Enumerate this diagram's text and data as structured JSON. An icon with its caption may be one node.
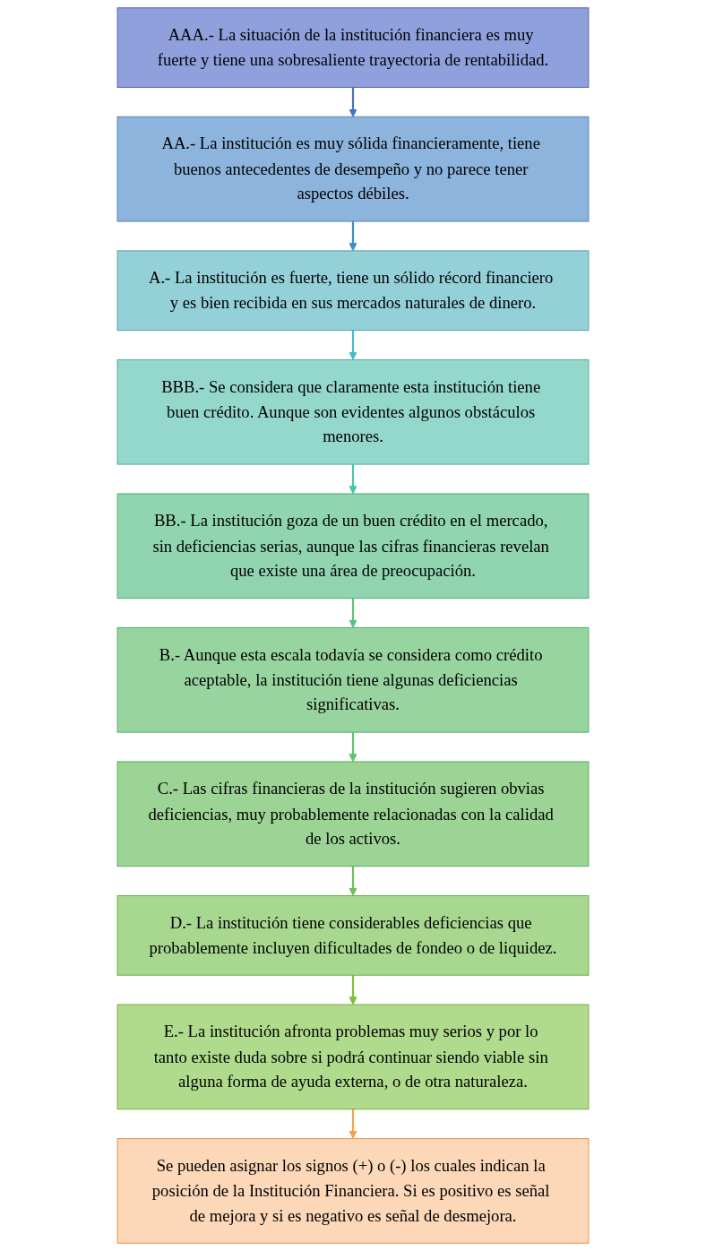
{
  "diagram": {
    "nodes": [
      {
        "text": [
          "AAA.- La situación de la institución financiera es muy fuerte y tiene una sobresaliente trayectoria de rentabilidad."
        ]
      },
      {
        "text": [
          "AA.- La institución es muy sólida financieramente, tiene buenos antecedentes de desempeño y no parece tener aspectos débiles."
        ]
      },
      {
        "text": [
          "A.- La institución es fuerte, tiene un sólido récord financiero y es bien recibida en sus mercados naturales de dinero."
        ]
      },
      {
        "text": [
          "BBB.- Se considera que claramente esta institución tiene buen crédito. Aunque son evidentes algunos obstáculos menores."
        ]
      },
      {
        "text": [
          "BB.- La institución goza de un buen crédito en el mercado, sin deficiencias serias, aunque las cifras financieras revelan que existe una área de preocupación."
        ]
      },
      {
        "text": [
          "B.- Aunque esta escala todavía se considera como crédito aceptable, la institución tiene algunas deficiencias significativas."
        ]
      },
      {
        "text": [
          "C.- Las cifras financieras de la institución sugieren obvias deficiencias, muy probablemente relacionadas con la calidad de los activos."
        ]
      },
      {
        "text": [
          "D.- La institución tiene considerables deficiencias que probablemente incluyen dificultades de fondeo o de liquidez."
        ]
      },
      {
        "text": [
          "E.- La institución afronta problemas muy serios y por lo tanto existe duda sobre si podrá continuar siendo viable sin alguna forma de ayuda externa, o de otra naturaleza."
        ]
      },
      {
        "text": [
          "Se pueden asignar los signos (+) o (-) los cuales indican la posición de la Institución Financiera. Si es positivo es señal de mejora y si es negativo es señal de desmejora."
        ]
      }
    ],
    "edges": [
      {
        "from": 0,
        "to": 1,
        "arrow": "to",
        "color": "#4472c4"
      },
      {
        "from": 1,
        "to": 2,
        "arrow": "to",
        "color": "#3d8fc4"
      },
      {
        "from": 2,
        "to": 3,
        "arrow": "to",
        "color": "#4bb8c8"
      },
      {
        "from": 3,
        "to": 4,
        "arrow": "to",
        "color": "#48c4a8"
      },
      {
        "from": 4,
        "to": 5,
        "arrow": "to",
        "color": "#5cc47a"
      },
      {
        "from": 5,
        "to": 6,
        "arrow": "to",
        "color": "#5cc46a"
      },
      {
        "from": 6,
        "to": 7,
        "arrow": "to",
        "color": "#6cbf5a"
      },
      {
        "from": 7,
        "to": 8,
        "arrow": "to",
        "color": "#7cbf3a"
      },
      {
        "from": 8,
        "to": 9,
        "arrow": "to",
        "color": "#f4a050"
      }
    ]
  }
}
